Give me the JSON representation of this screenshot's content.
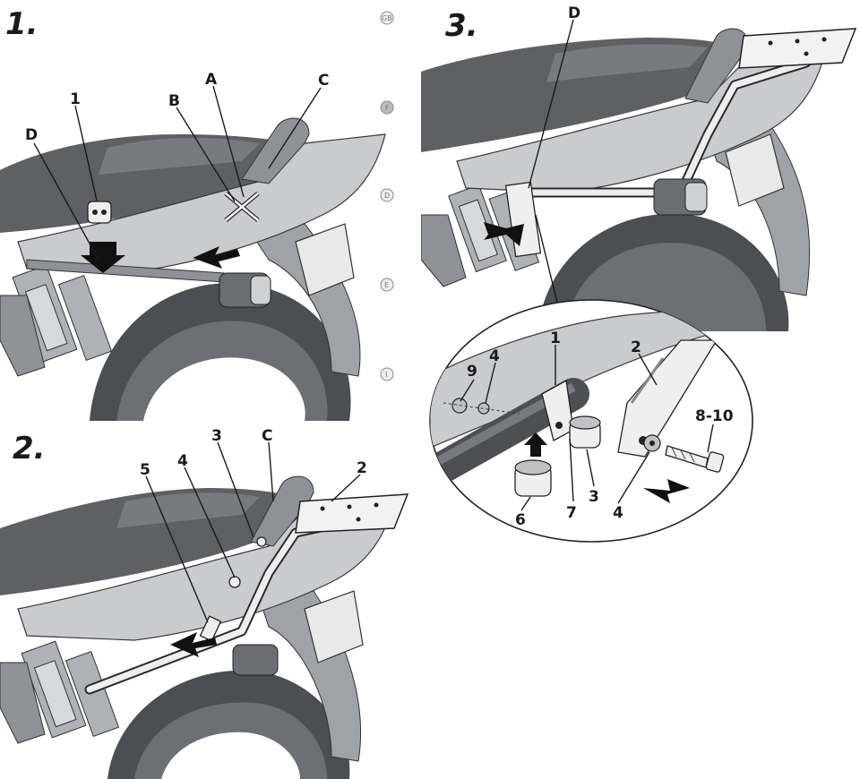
{
  "steps": [
    {
      "number": "1.",
      "labels": {
        "a": "A",
        "b": "B",
        "c": "C",
        "d": "D",
        "one": "1"
      }
    },
    {
      "number": "2.",
      "labels": {
        "five": "5",
        "four": "4",
        "three": "3",
        "c": "C",
        "two": "2"
      }
    },
    {
      "number": "3.",
      "labels": {
        "d": "D"
      },
      "detail_labels": {
        "one": "1",
        "two": "2",
        "nine": "9",
        "four_top": "4",
        "eight_ten": "8-10",
        "three": "3",
        "seven": "7",
        "four_bottom": "4",
        "six": "6"
      }
    }
  ],
  "language_icons": [
    "GB",
    "F",
    "D",
    "E",
    "I"
  ]
}
